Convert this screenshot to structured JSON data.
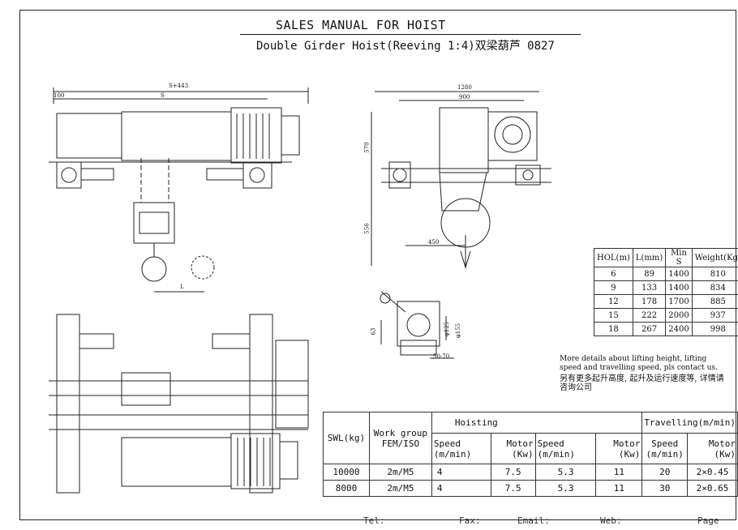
{
  "header": {
    "title": "SALES MANUAL FOR HOIST",
    "subtitle": "Double Girder Hoist(Reeving 1:4)双梁葫芦   0827"
  },
  "drawing_dims": {
    "s_plus": "S+443",
    "left100": "100",
    "s": "S",
    "l": "L",
    "d1280": "1280",
    "d900": "900",
    "d570": "570",
    "d556": "556",
    "d450": "450",
    "d63": "63",
    "d125": "φ125",
    "d155": "φ155",
    "d5070": "50-70"
  },
  "hol_table": {
    "headers": [
      "HOL(m)",
      "L(mm)",
      "Min S",
      "Weight(Kg)"
    ],
    "rows": [
      [
        "6",
        "89",
        "1400",
        "810"
      ],
      [
        "9",
        "133",
        "1400",
        "834"
      ],
      [
        "12",
        "178",
        "1700",
        "885"
      ],
      [
        "15",
        "222",
        "2000",
        "937"
      ],
      [
        "18",
        "267",
        "2400",
        "998"
      ]
    ]
  },
  "note": {
    "en": "More details about lifting height, lifting speed and travelling speed,  pls contact us.",
    "cn": "另有更多起升高度, 起升及运行速度等, 详情请咨询公司"
  },
  "spec_table": {
    "swl_label": "SWL(kg)",
    "work_group_label": "Work group FEM/ISO",
    "hoisting_label": "Hoisting",
    "travelling_label": "Travelling(m/min)",
    "speed1": "Speed (m/min)",
    "motor1": "Motor (Kw)",
    "speed2": "Speed (m/min)",
    "motor2": "Motor (Kw)",
    "speed3": "Speed (m/min)",
    "motor3": "Motor (Kw)",
    "rows": [
      {
        "swl": "10000",
        "group": "2m/M5",
        "sp1": "4",
        "m1": "7.5",
        "sp2": "5.3",
        "m2": "11",
        "tsp": "20",
        "tm": "2×0.45"
      },
      {
        "swl": "8000",
        "group": "2m/M5",
        "sp1": "4",
        "m1": "7.5",
        "sp2": "5.3",
        "m2": "11",
        "tsp": "30",
        "tm": "2×0.65"
      }
    ]
  },
  "footer": {
    "tel": "Tel:",
    "fax": "Fax:",
    "email": "Email:",
    "web": "Web:",
    "page": "Page"
  }
}
